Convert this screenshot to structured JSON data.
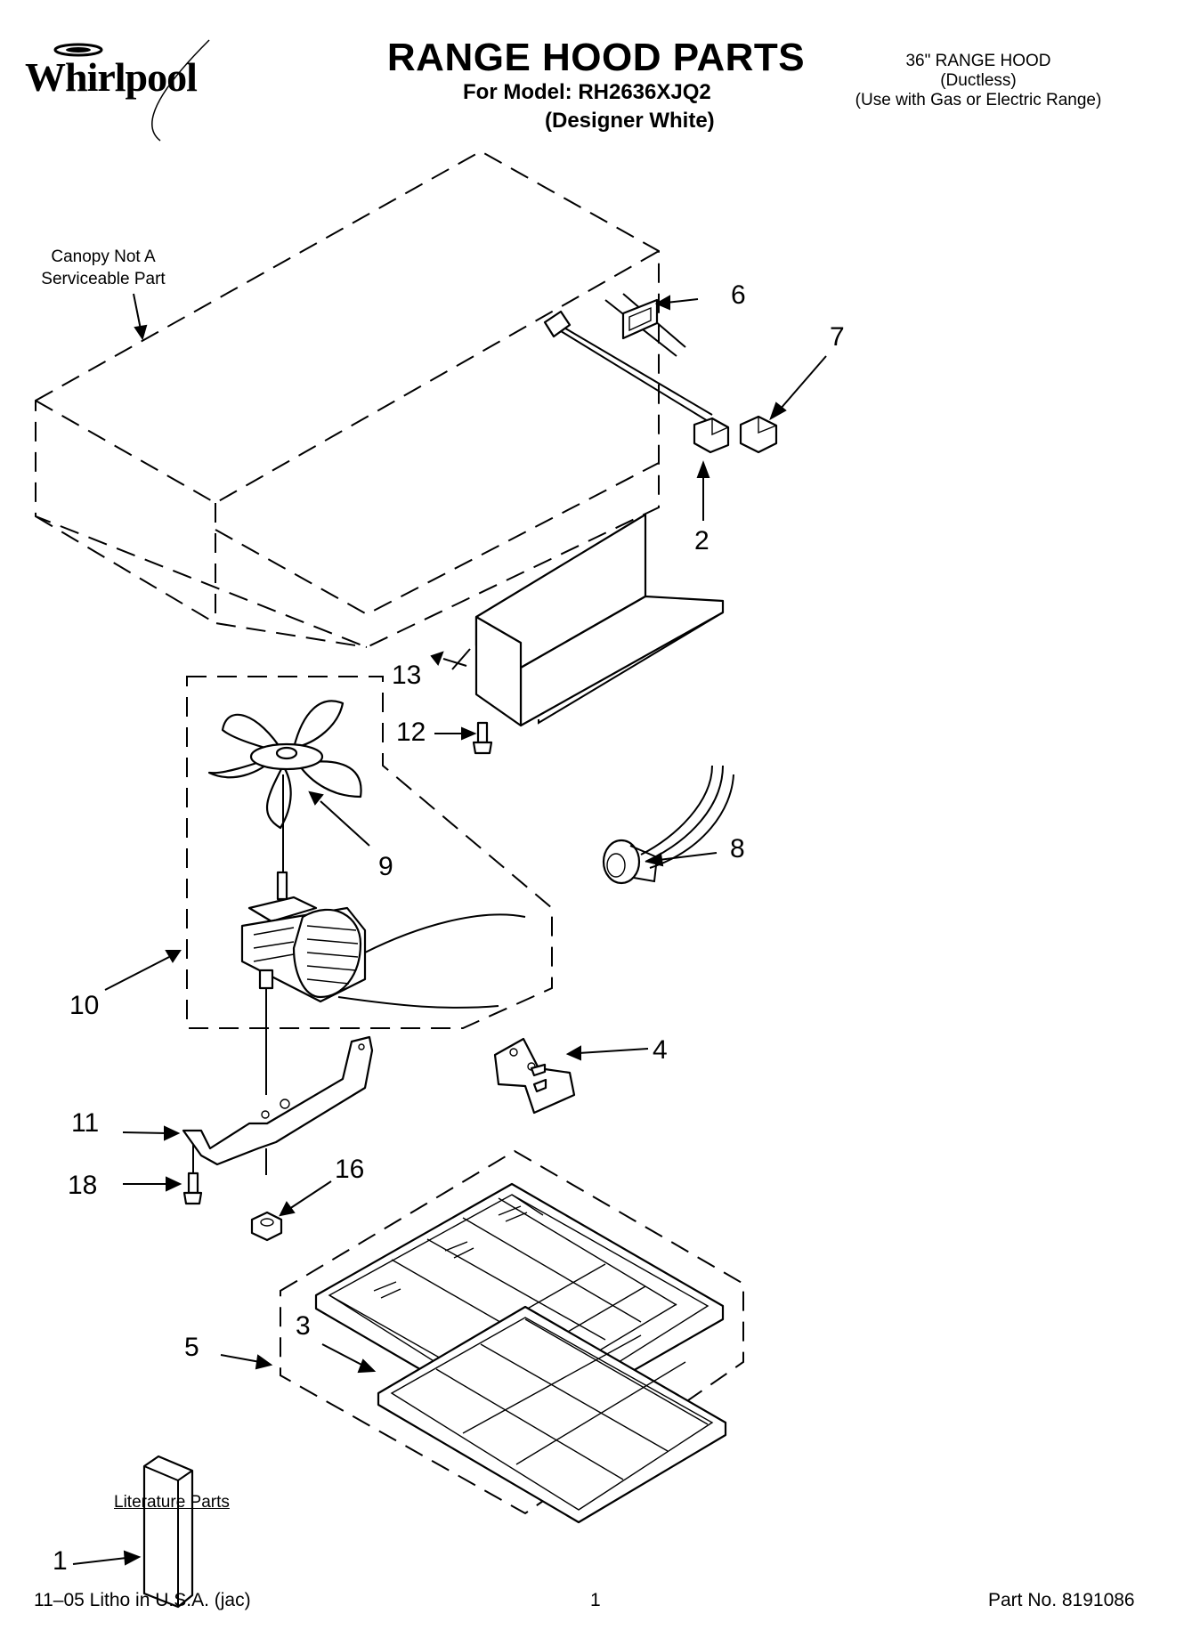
{
  "header": {
    "brand": "Whirlpool",
    "title": "RANGE HOOD PARTS",
    "model_line": "For Model: RH2636XJQ2",
    "finish": "(Designer White)",
    "spec": [
      "36\" RANGE HOOD",
      "(Ductless)",
      "(Use with Gas or Electric Range)"
    ]
  },
  "notes": {
    "canopy_line1": "Canopy Not A",
    "canopy_line2": "Serviceable Part",
    "literature": "Literature Parts"
  },
  "callouts": {
    "c1": "1",
    "c2": "2",
    "c3": "3",
    "c4": "4",
    "c5": "5",
    "c6": "6",
    "c7": "7",
    "c8": "8",
    "c9": "9",
    "c10": "10",
    "c11": "11",
    "c12": "12",
    "c13": "13",
    "c16": "16",
    "c18": "18"
  },
  "footer": {
    "litho": "11–05 Litho in U.S.A. (jac)",
    "page": "1",
    "part_no": "Part No. 8191086"
  }
}
